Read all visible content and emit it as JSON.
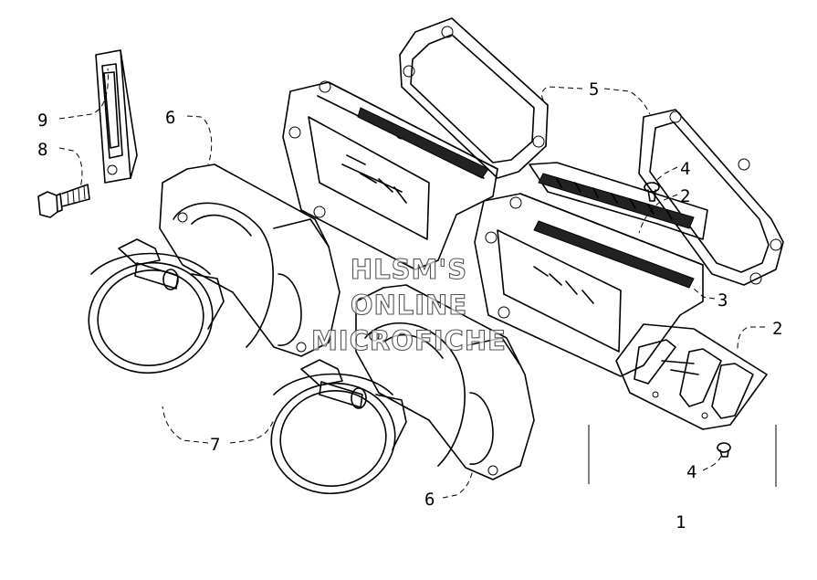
{
  "watermark": {
    "line1": "HLSM'S",
    "line2": "ONLINE",
    "line3": "MICROFICHE"
  },
  "callouts": {
    "c1": "1",
    "c2_upper": "2",
    "c2_lower": "2",
    "c3": "3",
    "c4_upper": "4",
    "c4_lower": "4",
    "c5": "5",
    "c6_upper": "6",
    "c6_lower": "6",
    "c7": "7",
    "c8": "8",
    "c9": "9"
  }
}
